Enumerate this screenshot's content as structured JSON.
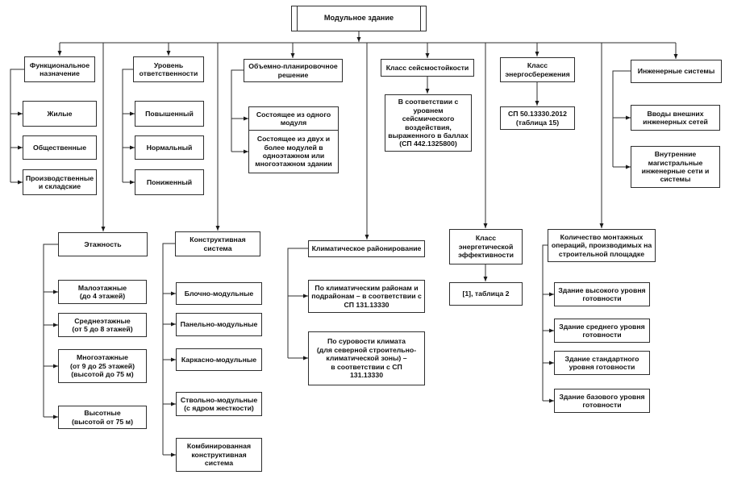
{
  "diagram": {
    "root": {
      "label": "Модульное здание"
    },
    "branches": [
      {
        "label": "Функциональное\nназначение",
        "children": [
          {
            "label": "Жилые"
          },
          {
            "label": "Общественные"
          },
          {
            "label": "Производственные\nи складские"
          }
        ]
      },
      {
        "label": "Уровень\nответственности",
        "children": [
          {
            "label": "Повышенный"
          },
          {
            "label": "Нормальный"
          },
          {
            "label": "Пониженный"
          }
        ]
      },
      {
        "label": "Объемно-планировочное\nрешение",
        "children": [
          {
            "label": "Состоящее из одного\nмодуля"
          },
          {
            "label": "Состоящее из двух и\nболее модулей в\nодноэтажном или\nмногоэтажном здании"
          }
        ]
      },
      {
        "label": "Класс сейсмостойкости",
        "children": [
          {
            "label": "В соответствии с\nуровнем\nсейсмического\nвоздействия,\nвыраженного в баллах\n(СП 442.1325800)"
          }
        ]
      },
      {
        "label": "Класс\nэнергосбережения",
        "children": [
          {
            "label": "СП 50.13330.2012\n(таблица 15)"
          }
        ]
      },
      {
        "label": "Инженерные системы",
        "children": [
          {
            "label": "Вводы внешних\nинженерных сетей"
          },
          {
            "label": "Внутренние\nмагистральные\nинженерные сети и\nсистемы"
          }
        ]
      },
      {
        "label": "Этажность",
        "children": [
          {
            "label": "Малоэтажные\n(до 4 этажей)"
          },
          {
            "label": "Среднеэтажные\n(от 5 до 8 этажей)"
          },
          {
            "label": "Многоэтажные\n(от 9 до 25 этажей)\n(высотой до 75 м)"
          },
          {
            "label": "Высотные\n(высотой от 75 м)"
          }
        ]
      },
      {
        "label": "Конструктивная\nсистема",
        "children": [
          {
            "label": "Блочно-модульные"
          },
          {
            "label": "Панельно-модульные"
          },
          {
            "label": "Каркасно-модульные"
          },
          {
            "label": "Ствольно-модульные\n(с ядром жесткости)"
          },
          {
            "label": "Комбинированная\nконструктивная\nсистема"
          }
        ]
      },
      {
        "label": "Климатическое районирование",
        "children": [
          {
            "label": "По климатическим районам и\nподрайонам – в соответствии с\nСП 131.13330"
          },
          {
            "label": "По суровости климата\n(для северной строительно-\nклиматической зоны) –\nв соответствии с СП\n131.13330"
          }
        ]
      },
      {
        "label": "Класс\nэнергетической\nэффективности",
        "children": [
          {
            "label": "[1], таблица 2"
          }
        ]
      },
      {
        "label": "Количество монтажных\nопераций, производимых на\nстроительной площадке",
        "children": [
          {
            "label": "Здание высокого уровня\nготовности"
          },
          {
            "label": "Здание среднего уровня\nготовности"
          },
          {
            "label": "Здание стандартного\nуровня готовности"
          },
          {
            "label": "Здание базового уровня\nготовности"
          }
        ]
      }
    ]
  }
}
